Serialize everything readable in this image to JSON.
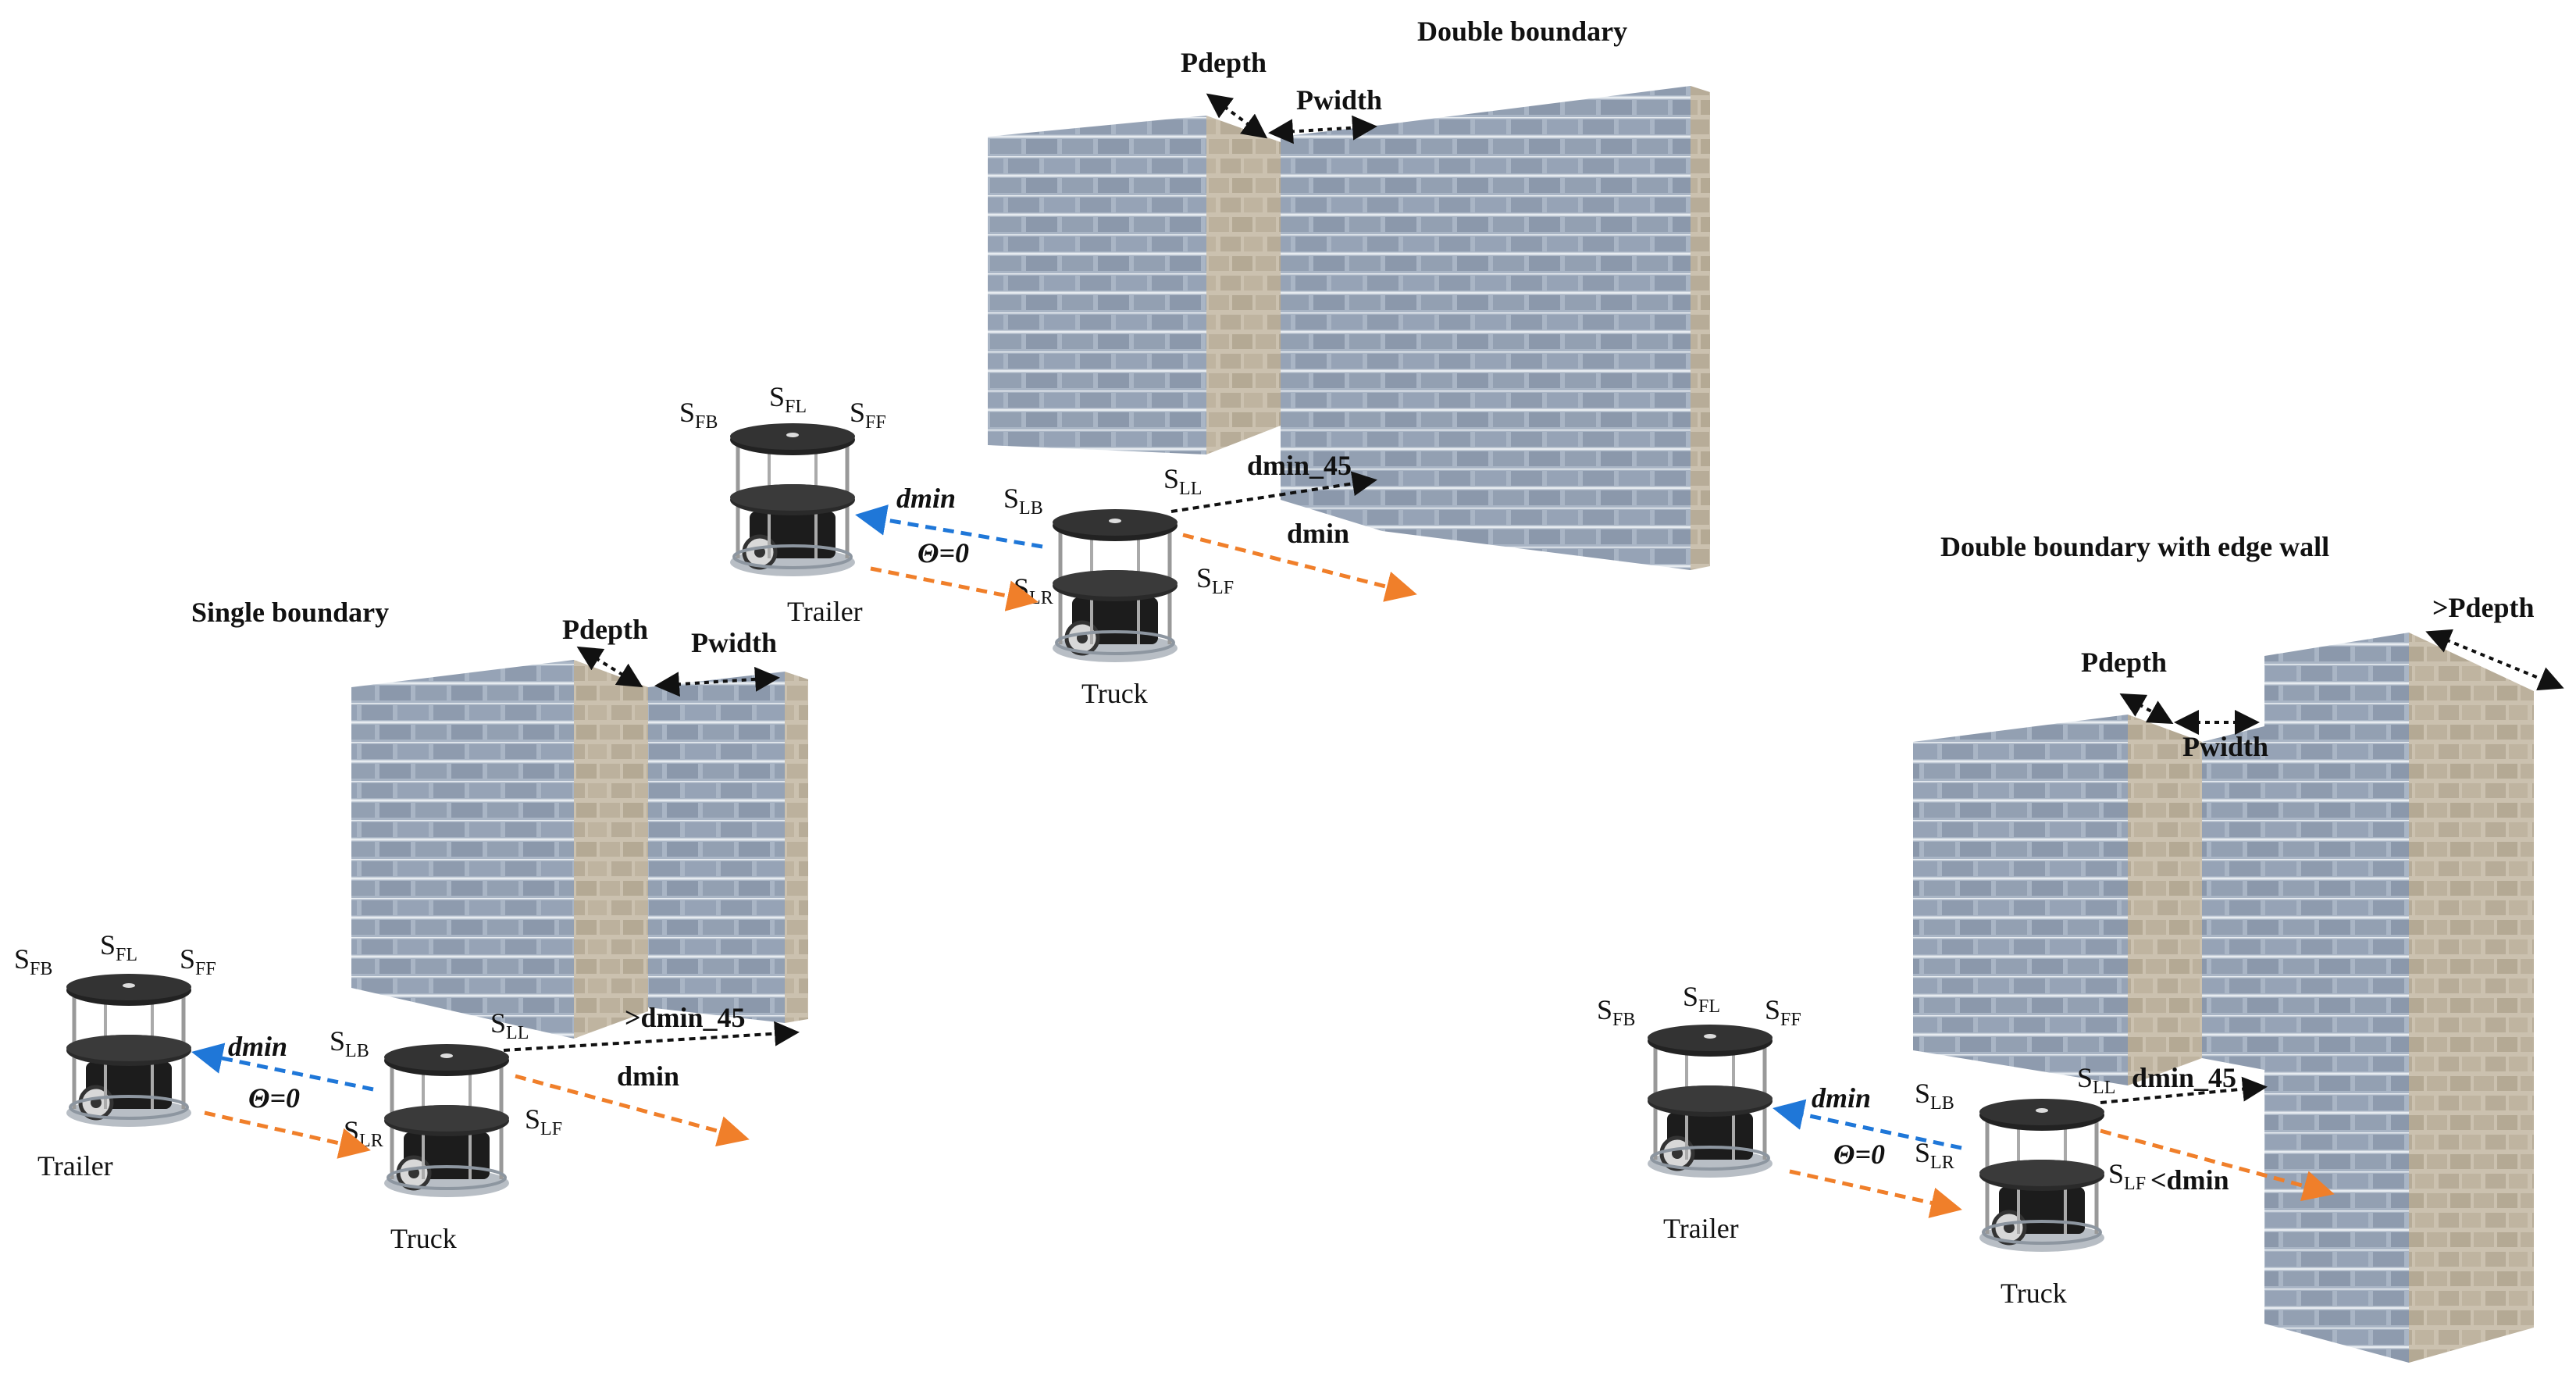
{
  "colors": {
    "wall_face": "#aab6c6",
    "wall_side": "#c9bfae",
    "mortar": "#dfe5ec",
    "blue_arrow": "#1f77d8",
    "orange_arrow": "#f07f2a",
    "black_arrow": "#111111",
    "robot_plate": "#2a2a2a"
  },
  "titles": {
    "double": "Double boundary",
    "single": "Single boundary",
    "edge": "Double boundary with edge wall"
  },
  "labels": {
    "pdepth": "Pdepth",
    "pwidth": "Pwidth",
    "gt_pdepth": ">Pdepth",
    "dmin": "dmin",
    "dmin_45": "dmin_45",
    "gt_dmin_45": ">dmin_45",
    "lt_dmin": "<dmin",
    "theta": "Θ=0",
    "trailer": "Trailer",
    "truck": "Truck",
    "s": "S",
    "fb": "FB",
    "fl": "FL",
    "ff": "FF",
    "lb": "LB",
    "ll": "LL",
    "lr": "LR",
    "lf": "LF",
    "lr_edge": "LR",
    "lf_edge": "LF"
  }
}
